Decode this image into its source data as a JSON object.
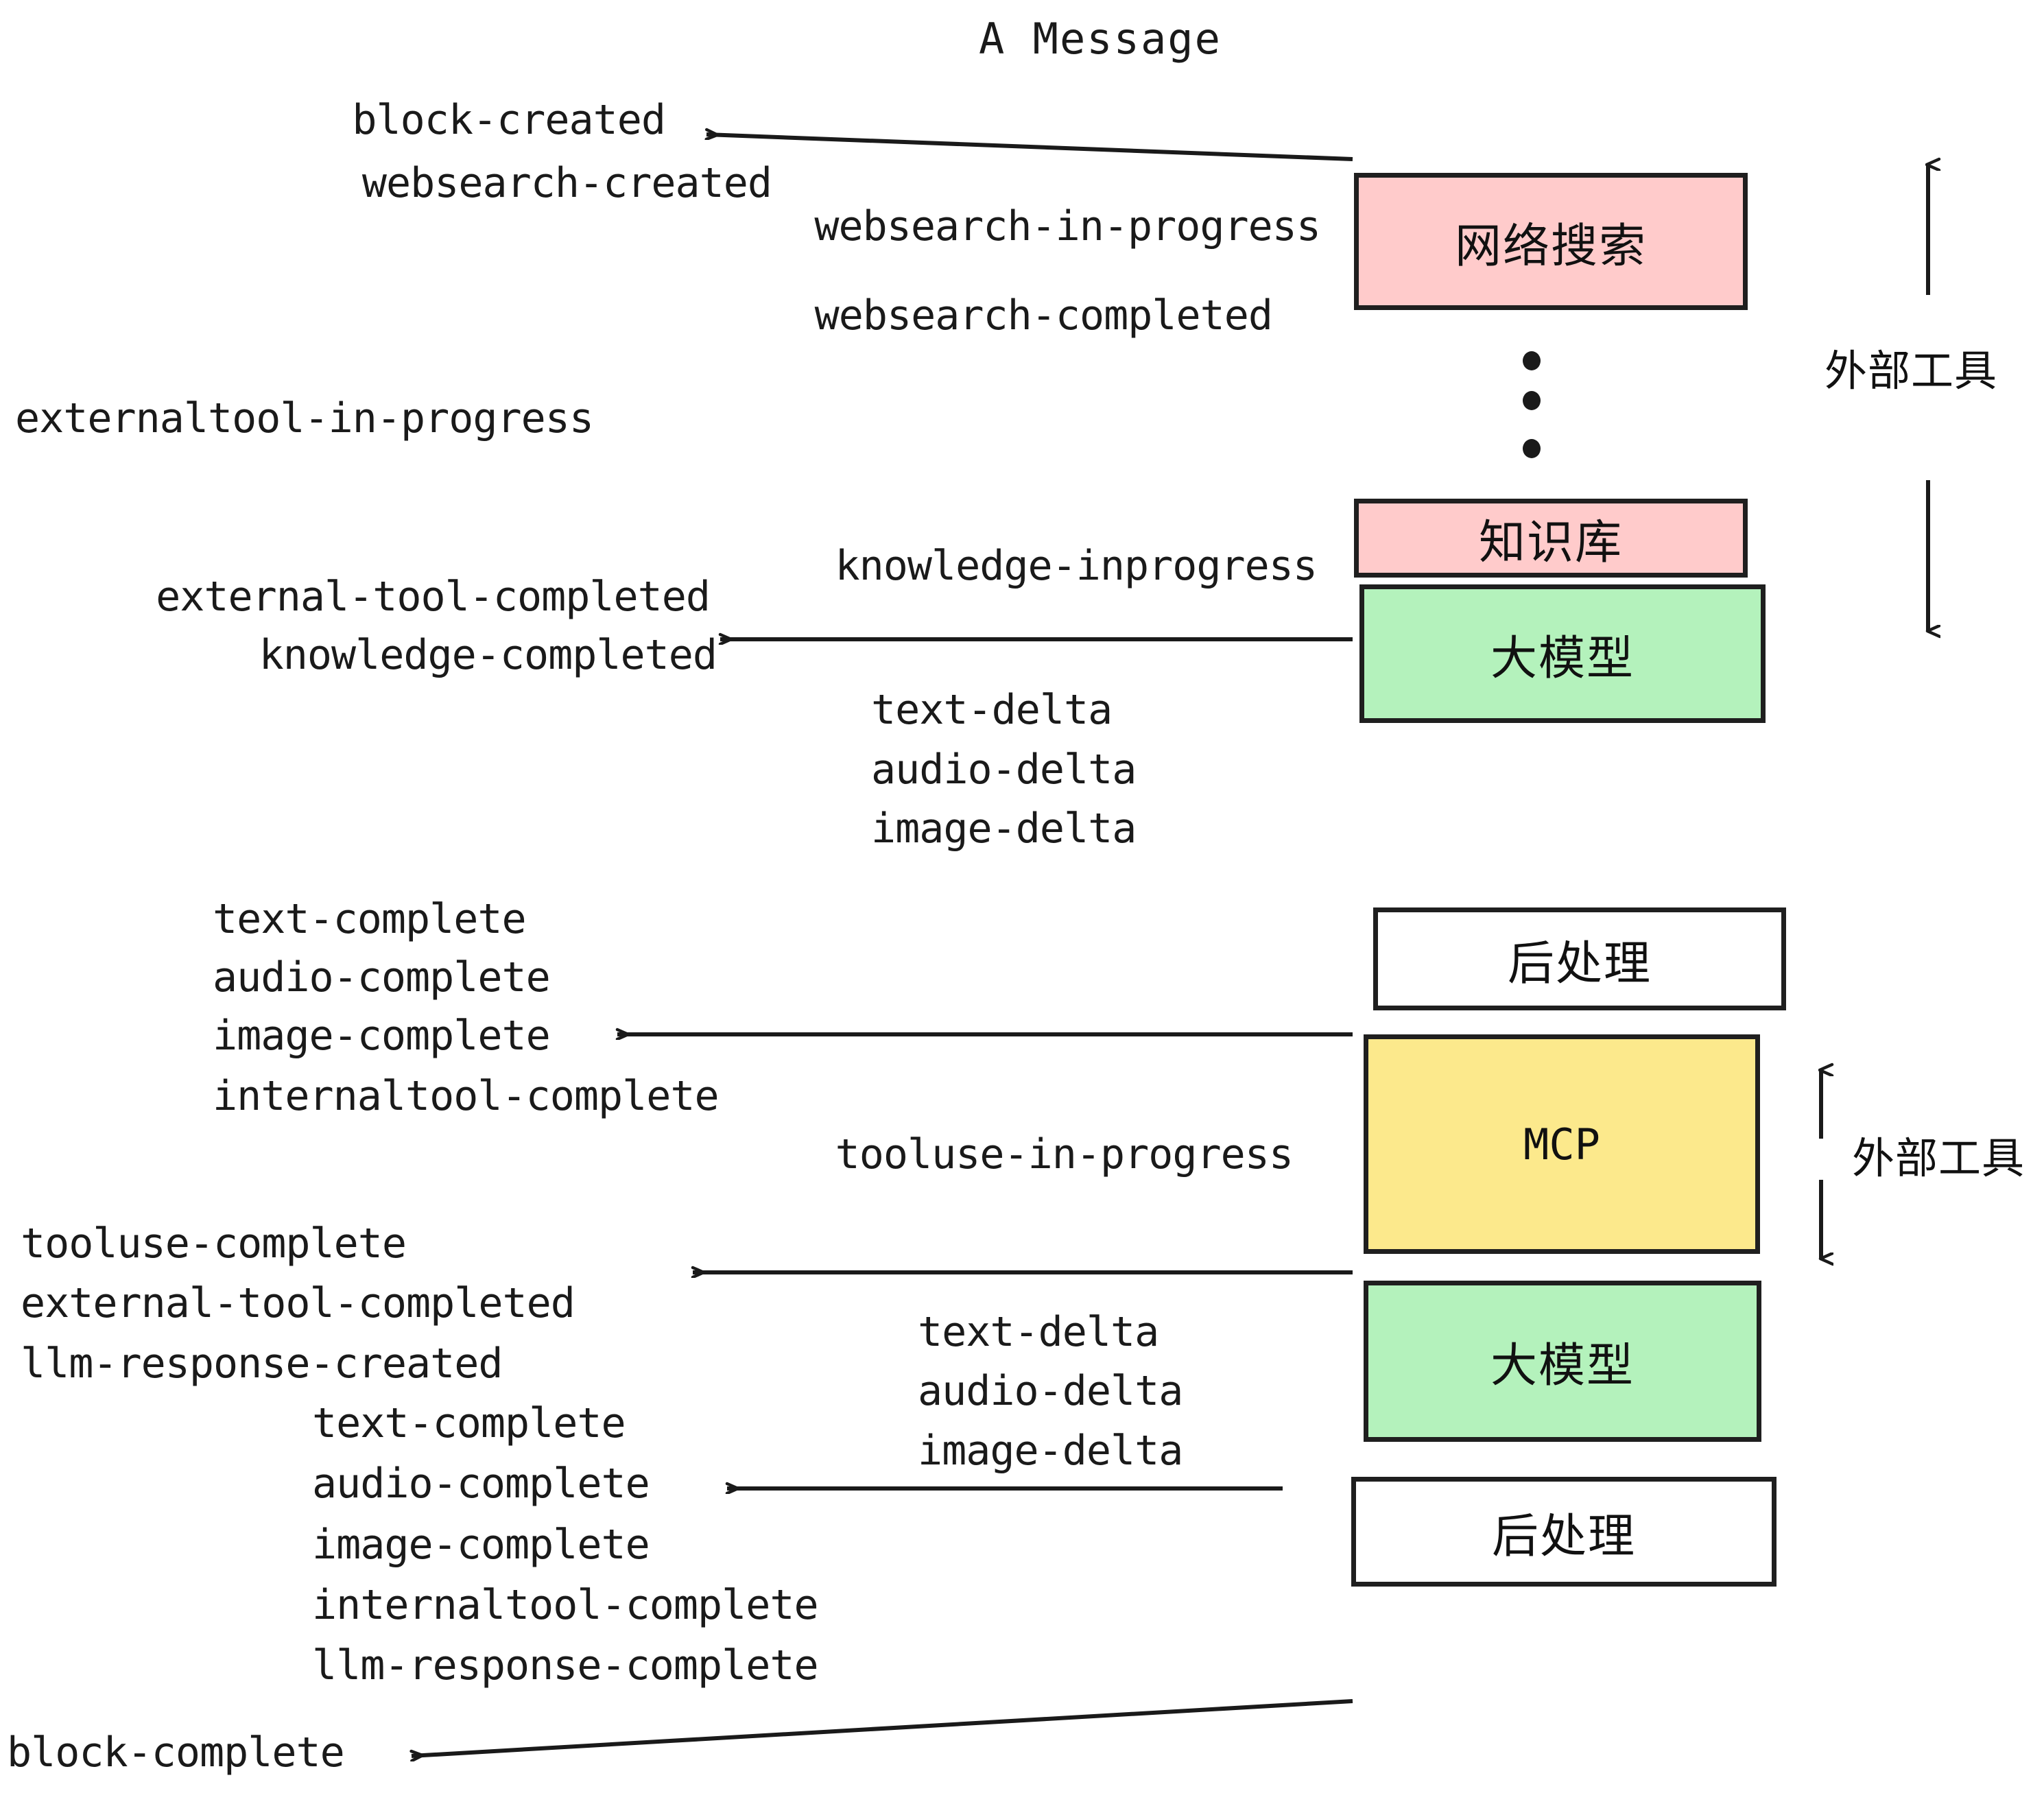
{
  "title": "A Message",
  "boxes": [
    {
      "label": "网络搜索",
      "color": "#FFCBCB",
      "kind": "external-search"
    },
    {
      "label": "知识库",
      "color": "#FFCBCB",
      "kind": "knowledge-base"
    },
    {
      "label": "大模型",
      "color": "#B4F2BC",
      "kind": "llm-first"
    },
    {
      "label": "后处理",
      "color": "#FFFFFF",
      "kind": "postprocess-first"
    },
    {
      "label": "MCP",
      "color": "#FCE98C",
      "kind": "mcp"
    },
    {
      "label": "大模型",
      "color": "#B4F2BC",
      "kind": "llm-second"
    },
    {
      "label": "后处理",
      "color": "#FFFFFF",
      "kind": "postprocess-second"
    }
  ],
  "side_labels": [
    {
      "text": "外部工具"
    },
    {
      "text": "外部工具"
    }
  ],
  "events": {
    "block_created": "block-created",
    "websearch_created": "websearch-created",
    "websearch_in_progress": "websearch-in-progress",
    "websearch_completed": "websearch-completed",
    "externaltool_in_progress": "externaltool-in-progress",
    "knowledge_inprogress": "knowledge-inprogress",
    "external_tool_completed_1": "external-tool-completed",
    "knowledge_completed": "knowledge-completed",
    "text_delta_1": "text-delta",
    "audio_delta_1": "audio-delta",
    "image_delta_1": "image-delta",
    "text_complete_1": "text-complete",
    "audio_complete_1": "audio-complete",
    "image_complete_1": "image-complete",
    "internaltool_complete_1": "internaltool-complete",
    "tooluse_in_progress": "tooluse-in-progress",
    "tooluse_complete": "tooluse-complete",
    "external_tool_completed_2": "external-tool-completed",
    "llm_response_created": "llm-response-created",
    "text_delta_2": "text-delta",
    "audio_delta_2": "audio-delta",
    "image_delta_2": "image-delta",
    "text_complete_2": "text-complete",
    "audio_complete_2": "audio-complete",
    "image_complete_2": "image-complete",
    "internaltool_complete_2": "internaltool-complete",
    "llm_response_complete": "llm-response-complete",
    "block_complete": "block-complete"
  },
  "colors": {
    "pink": "#FFCBCB",
    "green": "#B4F2BC",
    "yellow": "#FCE98C",
    "white": "#FFFFFF",
    "stroke": "#1F1F1F",
    "text": "#1A1A1A"
  }
}
